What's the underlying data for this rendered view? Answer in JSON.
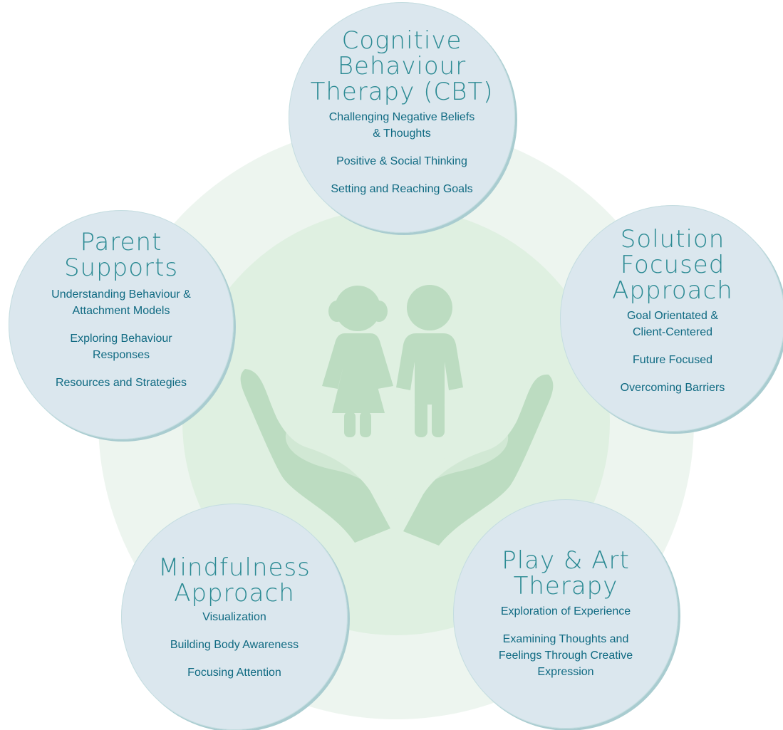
{
  "colors": {
    "outer_ring": "#edf5ef",
    "inner_ring": "#dff0e1",
    "icon": "#bcdcc1",
    "bubble_fill": "#dbe7ee",
    "bubble_edge": "#a9ccd0",
    "title_color": "#2b8a93",
    "item_color": "#0f6a82"
  },
  "center_icon": "children-in-hands-icon",
  "bubbles": {
    "cbt": {
      "title": [
        "Cognitive",
        "Behaviour",
        "Therapy (CBT)"
      ],
      "items": [
        "Challenging Negative Beliefs & Thoughts",
        "Positive & Social Thinking",
        "Setting and Reaching Goals"
      ]
    },
    "parent": {
      "title": [
        "Parent",
        "Supports"
      ],
      "items": [
        "Understanding Behaviour & Attachment Models",
        "Exploring Behaviour Responses",
        "Resources and Strategies"
      ]
    },
    "sfa": {
      "title": [
        "Solution",
        "Focused",
        "Approach"
      ],
      "items": [
        "Goal Orientated & Client-Centered",
        "Future Focused",
        "Overcoming Barriers"
      ]
    },
    "mind": {
      "title": [
        "Mindfulness",
        "Approach"
      ],
      "items": [
        "Visualization",
        "Building Body Awareness",
        "Focusing Attention"
      ]
    },
    "play": {
      "title": [
        "Play & Art",
        "Therapy"
      ],
      "items": [
        "Exploration of Experience",
        "Examining Thoughts and Feelings Through Creative Expression"
      ]
    }
  }
}
